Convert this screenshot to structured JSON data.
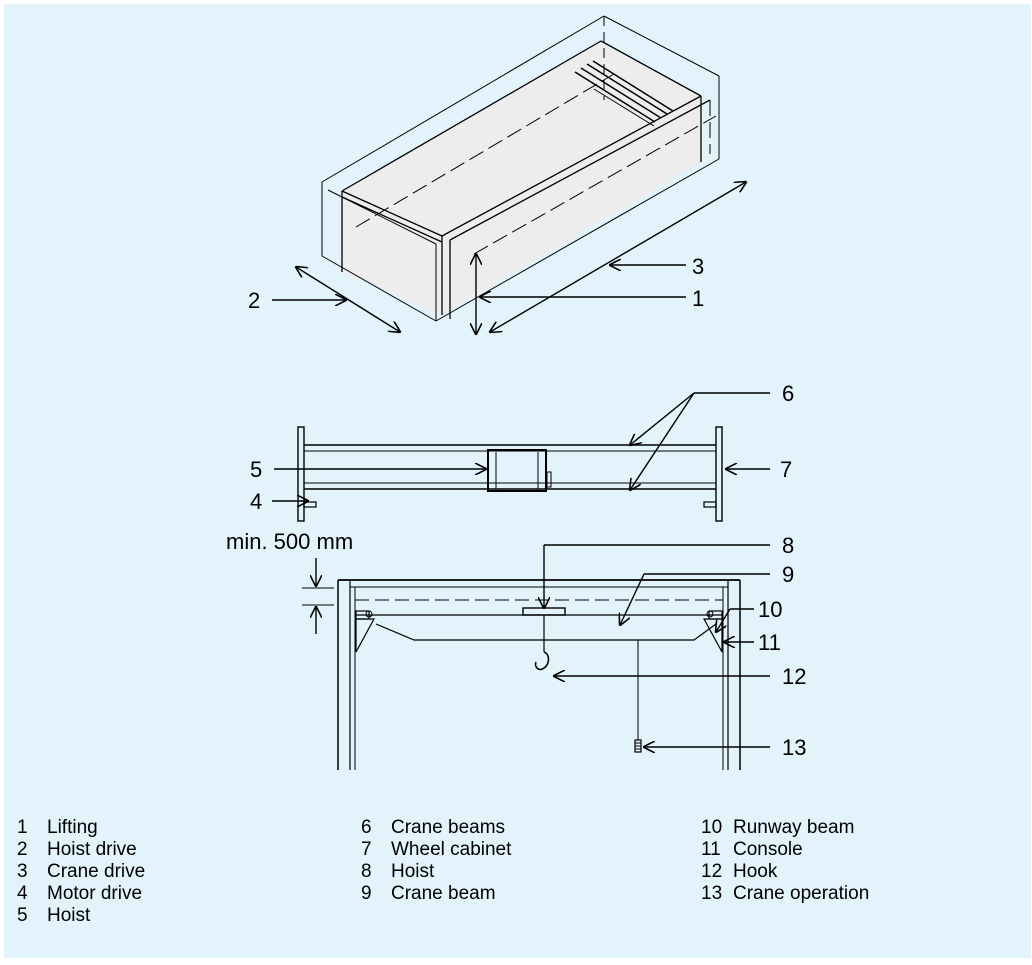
{
  "labels": {
    "l1": "1",
    "l2": "2",
    "l3": "3",
    "l4": "4",
    "l5": "5",
    "l6": "6",
    "l7": "7",
    "l8": "8",
    "l9": "9",
    "l10": "10",
    "l11": "11",
    "l12": "12",
    "l13": "13",
    "clearance": "min. 500 mm"
  },
  "legend": [
    [
      {
        "num": "1",
        "text": "Lifting"
      },
      {
        "num": "2",
        "text": "Hoist drive"
      },
      {
        "num": "3",
        "text": "Crane drive"
      },
      {
        "num": "4",
        "text": "Motor drive"
      },
      {
        "num": "5",
        "text": "Hoist"
      }
    ],
    [
      {
        "num": "6",
        "text": "Crane beams"
      },
      {
        "num": "7",
        "text": "Wheel cabinet"
      },
      {
        "num": "8",
        "text": "Hoist"
      },
      {
        "num": "9",
        "text": "Crane beam"
      }
    ],
    [
      {
        "num": "10",
        "text": "Runway beam"
      },
      {
        "num": "11",
        "text": "Console"
      },
      {
        "num": "12",
        "text": "Hook"
      },
      {
        "num": "13",
        "text": "Crane operation"
      }
    ]
  ],
  "colors": {
    "background": "#e2f3fc",
    "box_fill": "#ededed",
    "line": "#000000"
  }
}
